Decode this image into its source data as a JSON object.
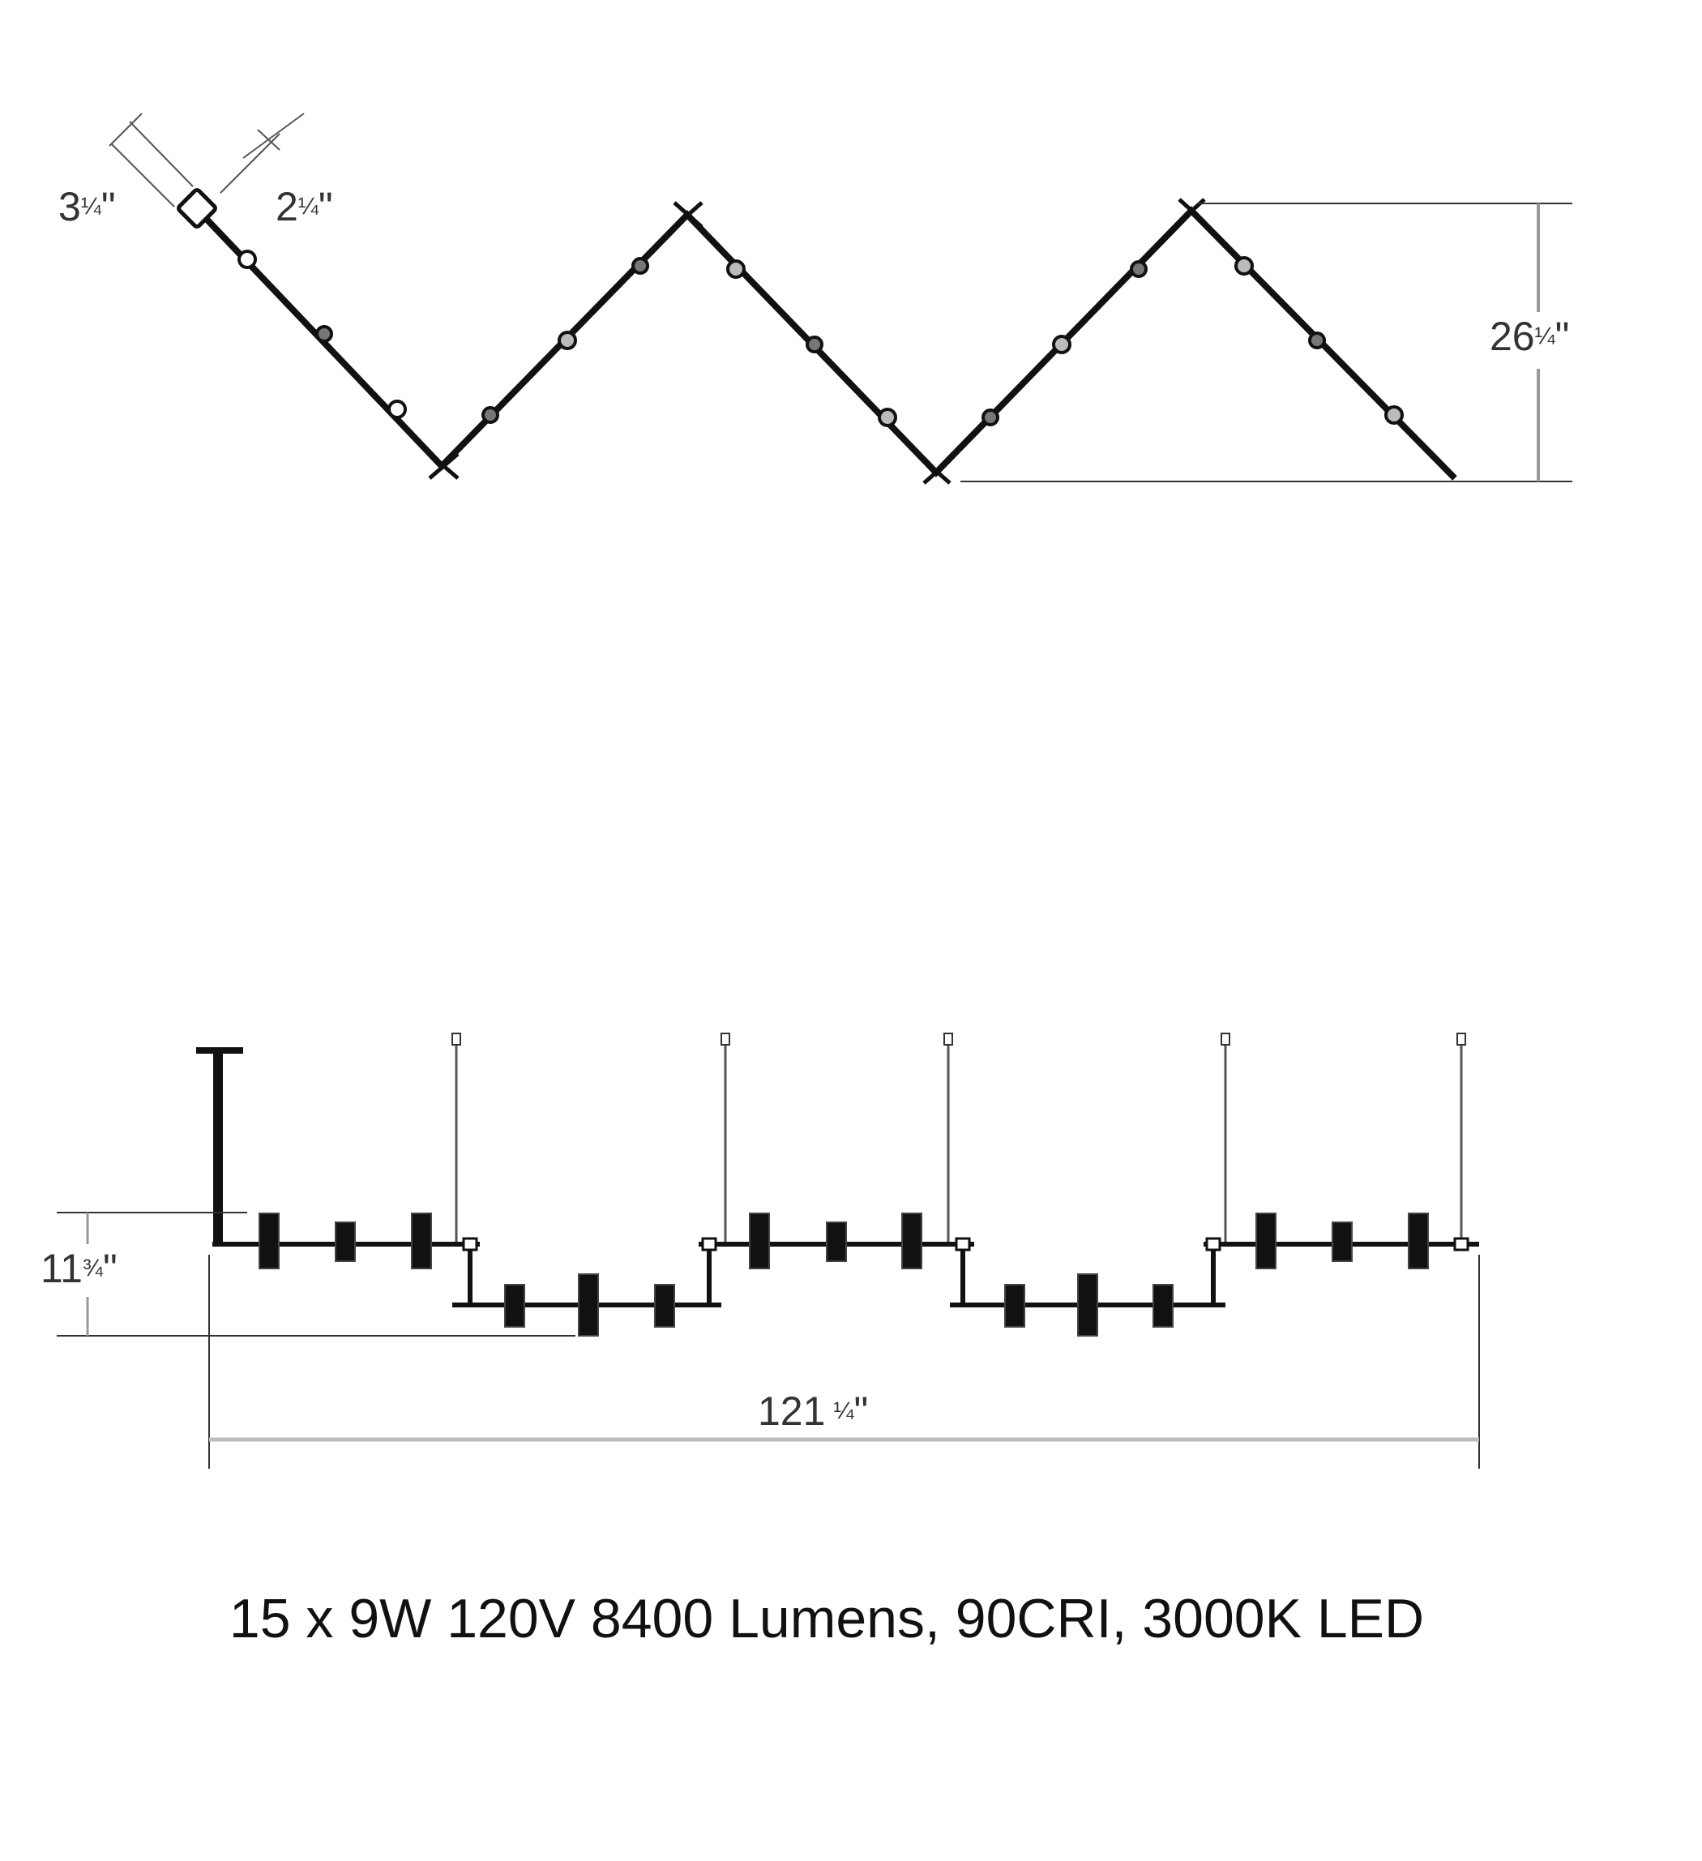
{
  "top_view": {
    "dim_left": "3",
    "dim_right": "2",
    "dim_height": "26",
    "fraction": "¼",
    "inch_mark": "\""
  },
  "side_view": {
    "dim_height": "11",
    "dim_width": "121",
    "fraction": "¾",
    "width_fraction": "¼",
    "inch_mark": "\""
  },
  "caption": "15 x 9W 120V 8400 Lumens, 90CRI, 3000K LED",
  "colors": {
    "line": "#111111",
    "dim_line": "#999999",
    "text": "#333333"
  }
}
